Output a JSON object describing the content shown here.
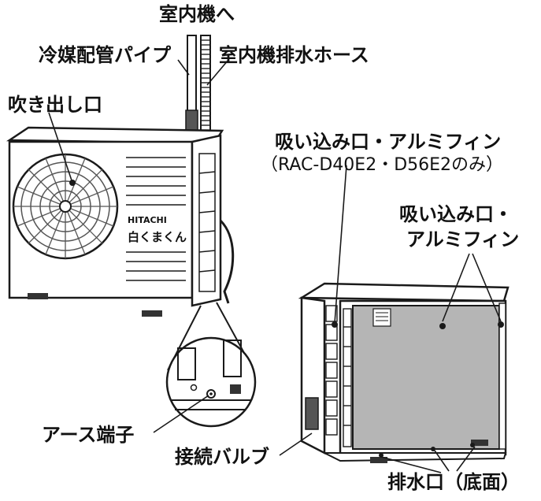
{
  "labels": {
    "indoor_unit": "室内機へ",
    "refrigerant_pipe": "冷媒配管パイプ",
    "drain_hose": "室内機排水ホース",
    "air_outlet": "吹き出し口",
    "intake_fins_1": "吸い込み口・アルミフィン",
    "intake_fins_1_note": "（RAC-D40E2・D56E2のみ）",
    "intake_fins_2_line1": "吸い込み口・",
    "intake_fins_2_line2": "アルミフィン",
    "earth_terminal": "アース端子",
    "connection_valve": "接続バルブ",
    "drain_outlet": "排水口（底面）"
  },
  "brand": {
    "name": "HITACHI",
    "product": "白くまくん"
  },
  "colors": {
    "line": "#1a1a1a",
    "panel_gray": "#b5b5b5",
    "fan_gray": "#cfcfcf",
    "dark": "#333333"
  }
}
